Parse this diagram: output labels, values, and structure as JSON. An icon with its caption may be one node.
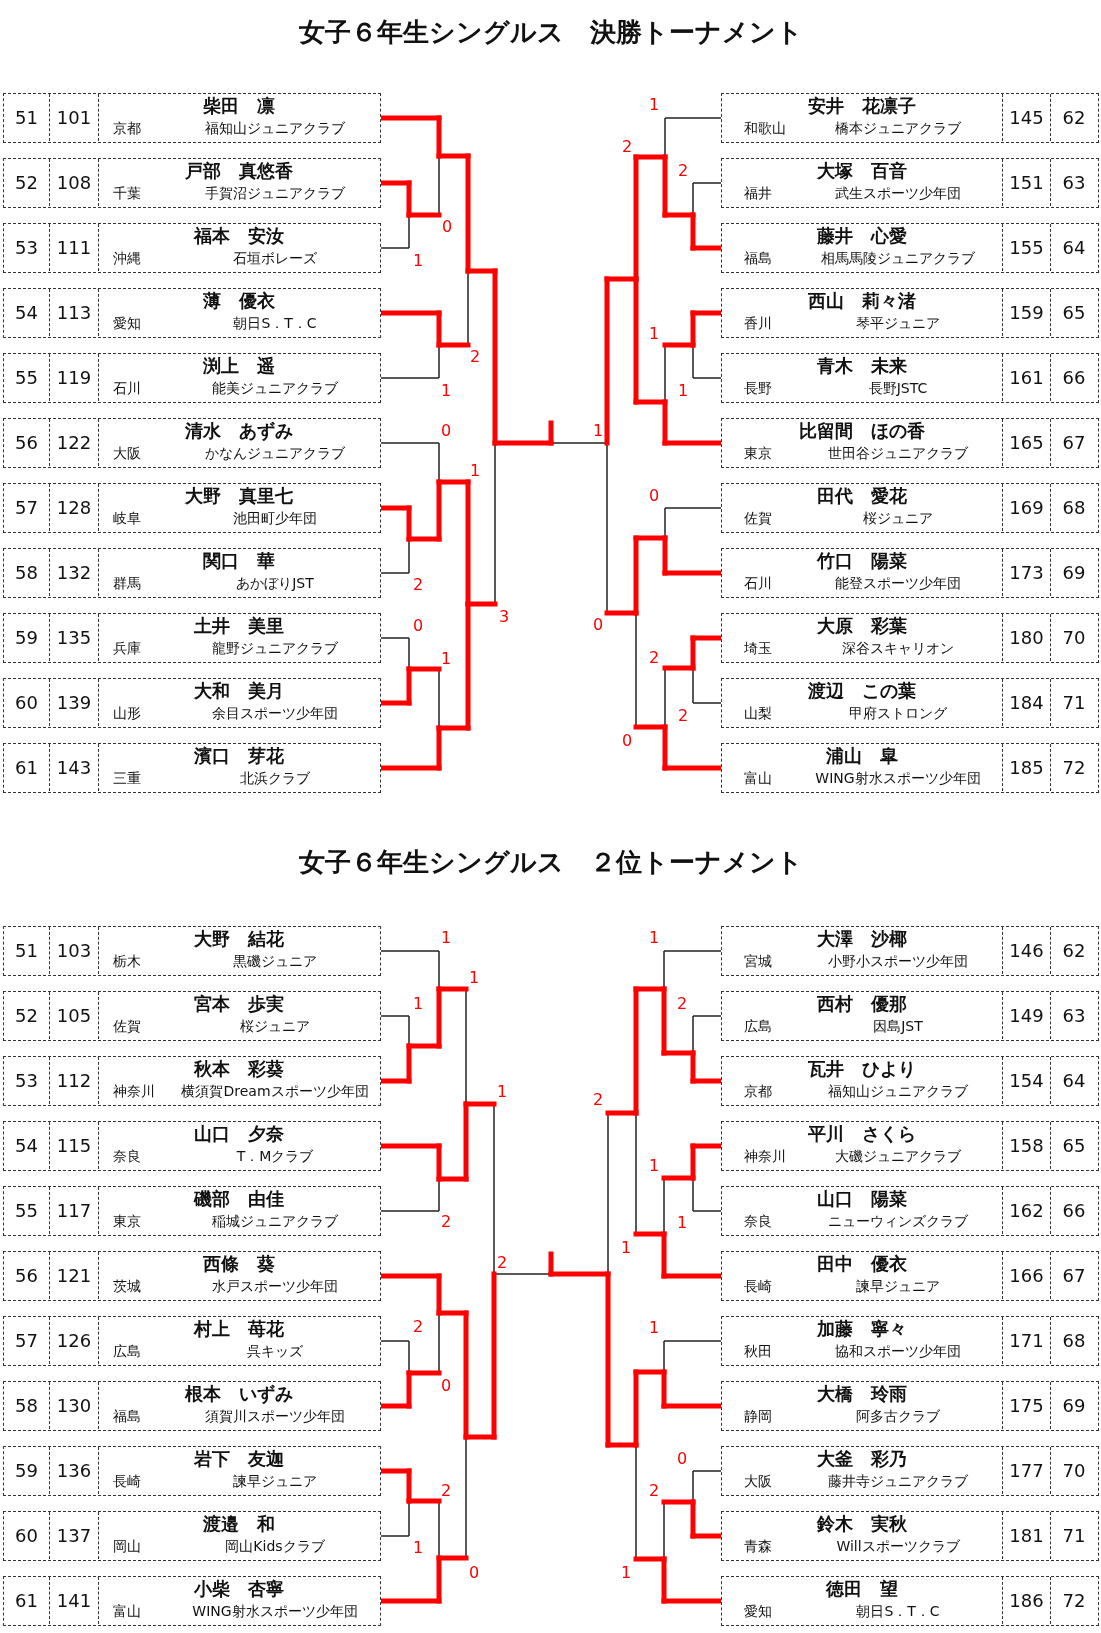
{
  "diagram": {
    "title": "女子６年生シングルス　決勝トーナメント",
    "nodes": [
      {
        "text": [
          "51",
          "101",
          "柴田　凛",
          "京都",
          "福知山ジュニアクラブ"
        ]
      },
      {
        "text": [
          "52",
          "108",
          "戸部　真悠香",
          "千葉",
          "手賀沼ジュニアクラブ"
        ]
      },
      {
        "text": [
          "53",
          "111",
          "福本　安汝",
          "沖縄",
          "石垣ボレーズ"
        ]
      },
      {
        "text": [
          "54",
          "113",
          "薄　優衣",
          "愛知",
          "朝日S．T．C"
        ]
      },
      {
        "text": [
          "55",
          "119",
          "渕上　遥",
          "石川",
          "能美ジュニアクラブ"
        ]
      },
      {
        "text": [
          "56",
          "122",
          "清水　あずみ",
          "大阪",
          "かなんジュニアクラブ"
        ]
      },
      {
        "text": [
          "57",
          "128",
          "大野　真里七",
          "岐阜",
          "池田町少年団"
        ]
      },
      {
        "text": [
          "58",
          "132",
          "関口　華",
          "群馬",
          "あかぼりJST"
        ]
      },
      {
        "text": [
          "59",
          "135",
          "土井　美里",
          "兵庫",
          "龍野ジュニアクラブ"
        ]
      },
      {
        "text": [
          "60",
          "139",
          "大和　美月",
          "山形",
          "余目スポーツ少年団"
        ]
      },
      {
        "text": [
          "61",
          "143",
          "濱口　芽花",
          "三重",
          "北浜クラブ"
        ]
      },
      {
        "text": [
          "安井　花凛子",
          "和歌山",
          "橋本ジュニアクラブ",
          "145",
          "62"
        ]
      },
      {
        "text": [
          "大塚　百音",
          "福井",
          "武生スポーツ少年団",
          "151",
          "63"
        ]
      },
      {
        "text": [
          "藤井　心愛",
          "福島",
          "相馬馬陵ジュニアクラブ",
          "155",
          "64"
        ]
      },
      {
        "text": [
          "西山　莉々渚",
          "香川",
          "琴平ジュニア",
          "159",
          "65"
        ]
      },
      {
        "text": [
          "青木　未来",
          "長野",
          "長野JSTC",
          "161",
          "66"
        ]
      },
      {
        "text": [
          "比留間　ほの香",
          "東京",
          "世田谷ジュニアクラブ",
          "165",
          "67"
        ]
      },
      {
        "text": [
          "田代　愛花",
          "佐賀",
          "桜ジュニア",
          "169",
          "68"
        ]
      },
      {
        "text": [
          "竹口　陽菜",
          "石川",
          "能登スポーツ少年団",
          "173",
          "69"
        ]
      },
      {
        "text": [
          "大原　彩葉",
          "埼玉",
          "深谷スキャリオン",
          "180",
          "70"
        ]
      },
      {
        "text": [
          "渡辺　この葉",
          "山梨",
          "甲府ストロング",
          "184",
          "71"
        ]
      },
      {
        "text": [
          "浦山　皐",
          "富山",
          "WING射水スポーツ少年団",
          "185",
          "72"
        ]
      },
      {
        "text": [
          "51",
          "103",
          "大野　結花",
          "栃木",
          "黒磯ジュニア"
        ]
      },
      {
        "text": [
          "52",
          "105",
          "宮本　歩実",
          "佐賀",
          "桜ジュニア"
        ]
      },
      {
        "text": [
          "53",
          "112",
          "秋本　彩葵",
          "神奈川",
          "横須賀Dreamスポーツ少年団"
        ]
      },
      {
        "text": [
          "54",
          "115",
          "山口　夕奈",
          "奈良",
          "T．Mクラブ"
        ]
      },
      {
        "text": [
          "55",
          "117",
          "磯部　由佳",
          "東京",
          "稲城ジュニアクラブ"
        ]
      },
      {
        "text": [
          "56",
          "121",
          "西條　葵",
          "茨城",
          "水戸スポーツ少年団"
        ]
      },
      {
        "text": [
          "57",
          "126",
          "村上　苺花",
          "広島",
          "呉キッズ"
        ]
      },
      {
        "text": [
          "58",
          "130",
          "根本　いずみ",
          "福島",
          "須賀川スポーツ少年団"
        ]
      },
      {
        "text": [
          "59",
          "136",
          "岩下　友迦",
          "長崎",
          "諫早ジュニア"
        ]
      },
      {
        "text": [
          "60",
          "137",
          "渡邉　和",
          "岡山",
          "岡山Kidsクラブ"
        ]
      },
      {
        "text": [
          "61",
          "141",
          "小柴　杏寧",
          "富山",
          "WING射水スポーツ少年団"
        ]
      },
      {
        "text": [
          "大澤　沙椰",
          "宮城",
          "小野小スポーツ少年団",
          "146",
          "62"
        ]
      },
      {
        "text": [
          "西村　優那",
          "広島",
          "因島JST",
          "149",
          "63"
        ]
      },
      {
        "text": [
          "瓦井　ひより",
          "京都",
          "福知山ジュニアクラブ",
          "154",
          "64"
        ]
      },
      {
        "text": [
          "平川　さくら",
          "神奈川",
          "大磯ジュニアクラブ",
          "158",
          "65"
        ]
      },
      {
        "text": [
          "山口　陽菜",
          "奈良",
          "ニューウィンズクラブ",
          "162",
          "66"
        ]
      },
      {
        "text": [
          "田中　優衣",
          "長崎",
          "諫早ジュニア",
          "166",
          "67"
        ]
      },
      {
        "text": [
          "加藤　寧々",
          "秋田",
          "協和スポーツ少年団",
          "171",
          "68"
        ]
      },
      {
        "text": [
          "大橋　玲雨",
          "静岡",
          "阿多古クラブ",
          "175",
          "69"
        ]
      },
      {
        "text": [
          "大釜　彩乃",
          "大阪",
          "藤井寺ジュニアクラブ",
          "177",
          "70"
        ]
      },
      {
        "text": [
          "鈴木　実秋",
          "青森",
          "Willスポーツクラブ",
          "181",
          "71"
        ]
      },
      {
        "text": [
          "徳田　望",
          "愛知",
          "朝日S．T．C",
          "186",
          "72"
        ]
      }
    ],
    "labels": [
      "0",
      "1",
      "2",
      "1",
      "0",
      "1",
      "2",
      "3",
      "0",
      "1",
      "1",
      "2",
      "2",
      "1",
      "1",
      "1",
      "0",
      "0",
      "2",
      "2",
      "0",
      "女子６年生シングルス　２位トーナメント",
      "1",
      "1",
      "1",
      "1",
      "2",
      "2",
      "2",
      "0",
      "2",
      "1",
      "0",
      "1",
      "2",
      "2",
      "1",
      "1",
      "1",
      "1",
      "0",
      "2",
      "1"
    ]
  }
}
